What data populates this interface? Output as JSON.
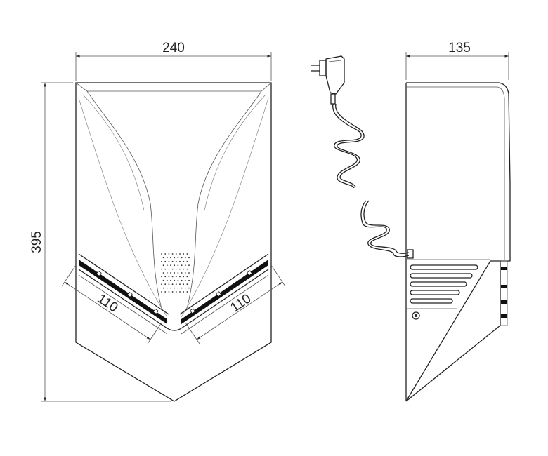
{
  "dimensions": {
    "width": "240",
    "height": "395",
    "side_depth": "135",
    "outlet_left": "110",
    "outlet_right": "110"
  },
  "views": [
    "front-view",
    "side-view",
    "power-plug-cable"
  ]
}
